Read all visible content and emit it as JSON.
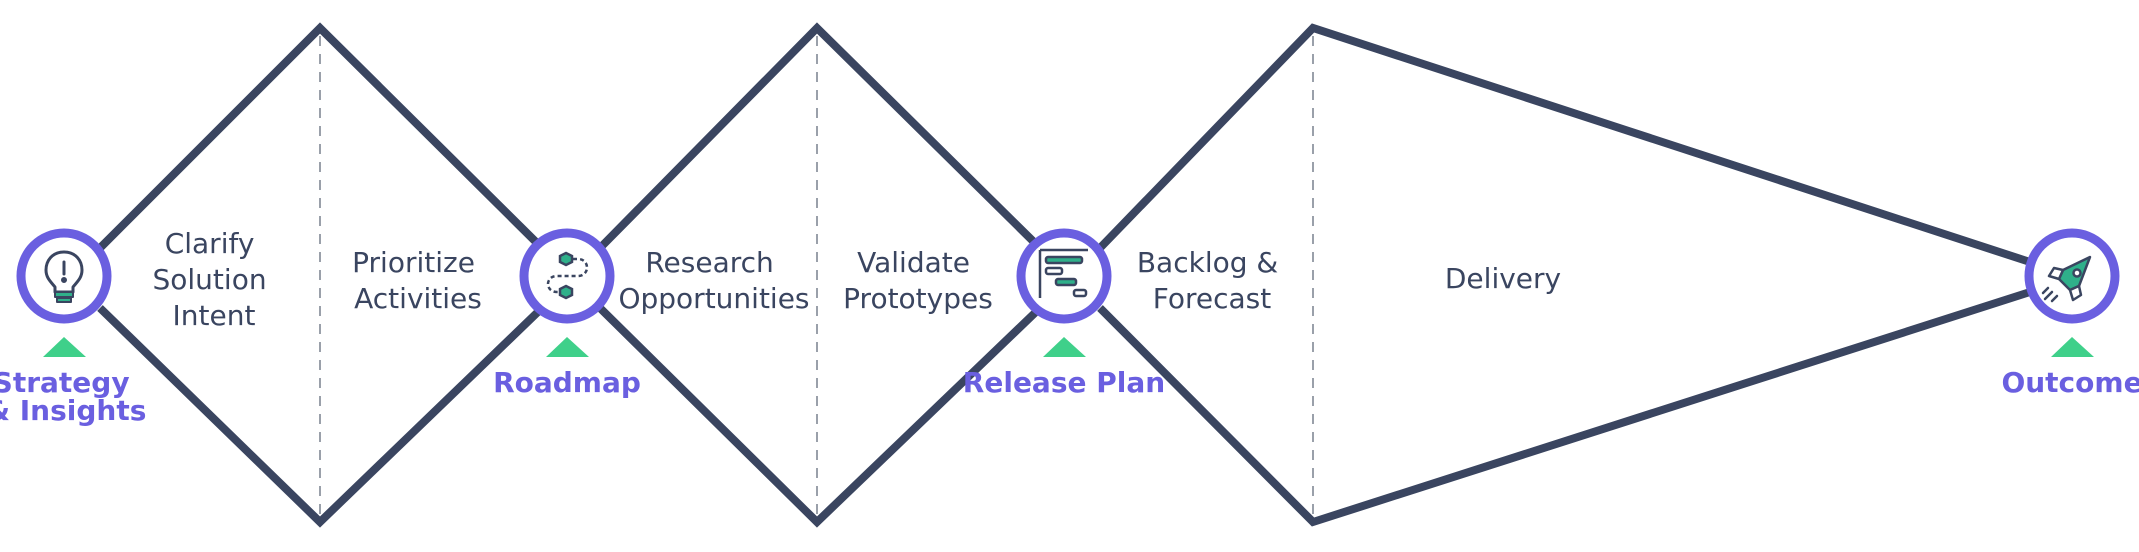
{
  "colors": {
    "outline": "#3a4560",
    "divider": "#9aa0aa",
    "milestone_ring": "#6a5fe0",
    "milestone_label": "#6a5fe0",
    "marker": "#3fd08a",
    "icon_accent": "#2fb08a",
    "text": "#3a4560"
  },
  "phases": [
    {
      "lines": [
        "Clarify",
        "Solution",
        "Intent"
      ]
    },
    {
      "lines": [
        "Prioritize",
        "Activities"
      ]
    },
    {
      "lines": [
        "Research",
        "Opportunities"
      ]
    },
    {
      "lines": [
        "Validate",
        "Prototypes"
      ]
    },
    {
      "lines": [
        "Backlog &",
        "Forecast"
      ]
    },
    {
      "lines": [
        "Delivery"
      ]
    }
  ],
  "milestones": [
    {
      "icon": "lightbulb-icon",
      "lines": [
        "Strategy",
        "& Insights"
      ]
    },
    {
      "icon": "route-icon",
      "lines": [
        "Roadmap"
      ]
    },
    {
      "icon": "gantt-icon",
      "lines": [
        "Release Plan"
      ]
    },
    {
      "icon": "rocket-icon",
      "lines": [
        "Outcome"
      ]
    }
  ]
}
